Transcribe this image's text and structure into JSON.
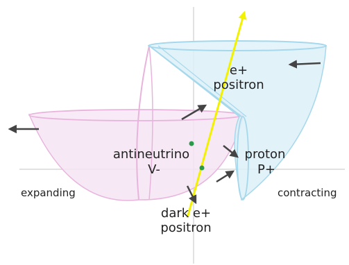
{
  "labels": {
    "e_plus": "e+",
    "positron_top": "positron",
    "antineutrino": "antineutrino",
    "v_minus": "V-",
    "proton": "proton",
    "p_plus": "P+",
    "dark_e_plus": "dark e+",
    "positron_bottom": "positron",
    "expanding": "expanding",
    "contracting": "contracting"
  },
  "colors": {
    "blue_cone_fill": "#dcf0f8",
    "blue_cone_stroke": "#a6d8ec",
    "pink_cone_fill": "#f5e4f2",
    "pink_cone_stroke": "#e8b4dc",
    "yellow_line": "#f2f200",
    "axis": "#c8c8c8",
    "arrow": "#444444",
    "dot": "#2a9a4a"
  }
}
